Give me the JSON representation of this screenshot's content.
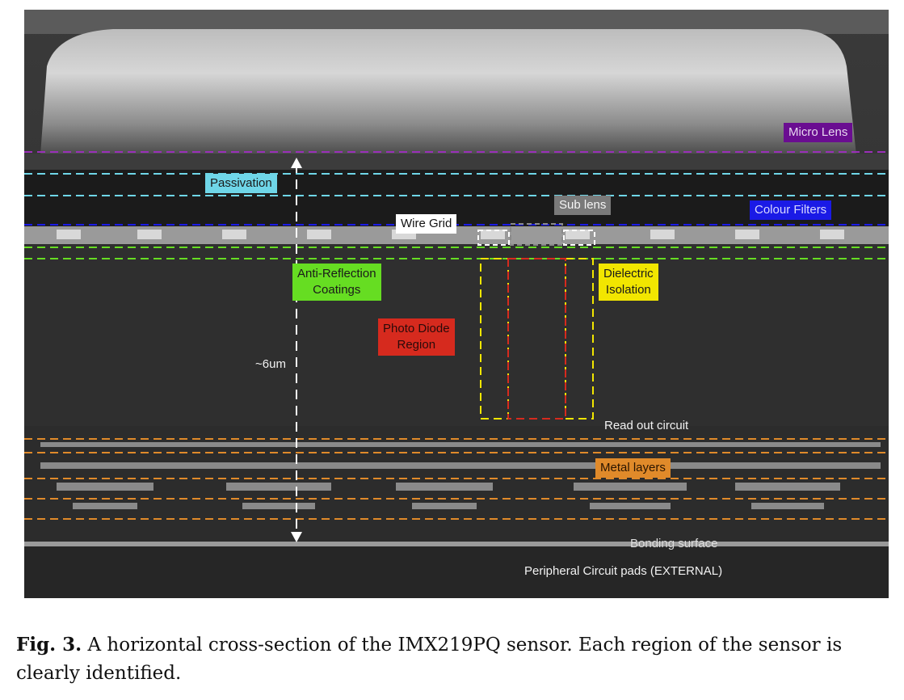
{
  "figure": {
    "labels": {
      "micro_lens": "Micro Lens",
      "passivation": "Passivation",
      "colour_filters": "Colour Filters",
      "sub_lens": "Sub lens",
      "wire_grid": "Wire Grid",
      "anti_reflection_1": "Anti-Reflection",
      "anti_reflection_2": "Coatings",
      "dielectric_1": "Dielectric",
      "dielectric_2": "Isolation",
      "photo_diode_1": "Photo Diode",
      "photo_diode_2": "Region",
      "thickness": "~6um",
      "read_out": "Read out circuit",
      "metal_layers": "Metal layers",
      "bonding": "Bonding surface",
      "peripheral": "Peripheral Circuit pads (EXTERNAL)"
    },
    "colors": {
      "micro_lens": "#6a0d91",
      "passivation": "#6fd6e8",
      "colour_filters": "#1a1ae6",
      "sub_lens": "#8a8a8a",
      "wire_grid": "#ffffff",
      "anti_reflection": "#66dd22",
      "dielectric": "#f2e600",
      "photo_diode": "#d62a1e",
      "metal_layers": "#e08a2a"
    }
  },
  "caption": {
    "label": "Fig. 3.",
    "text": " A horizontal cross-section of the IMX219PQ sensor. Each region of the sensor is clearly identified."
  }
}
